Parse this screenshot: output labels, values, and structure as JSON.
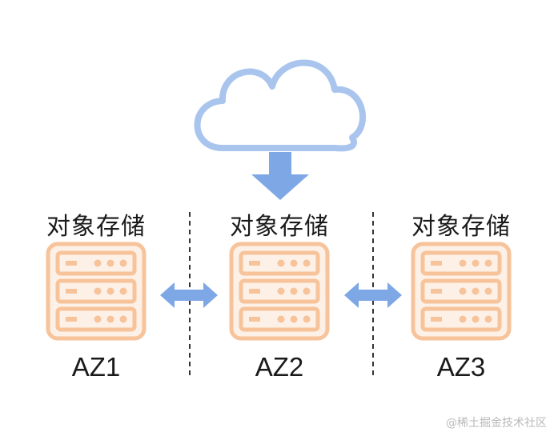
{
  "zones": [
    {
      "storage_label": "对象存储",
      "zone_label": "AZ1"
    },
    {
      "storage_label": "对象存储",
      "zone_label": "AZ2"
    },
    {
      "storage_label": "对象存储",
      "zone_label": "AZ3"
    }
  ],
  "watermark": "@稀土掘金技术社区",
  "colors": {
    "server_stroke": "#f7c39a",
    "server_fill": "#fdf1e7",
    "cloud_stroke": "#a9c5ee",
    "arrow_fill": "#7ea7e6",
    "divider": "#333333"
  },
  "icons": [
    "cloud-icon",
    "down-arrow-icon",
    "server-rack-icon",
    "bidirectional-arrow-icon"
  ]
}
